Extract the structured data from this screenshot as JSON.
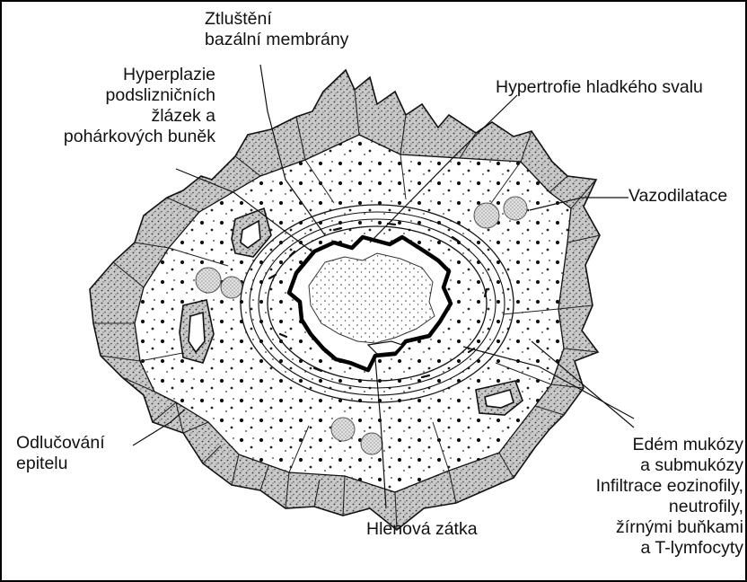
{
  "labels": {
    "basement_membrane": [
      "Ztluštění",
      "bazální membrány"
    ],
    "gland_hyperplasia": [
      "Hyperplazie",
      "podslizničních",
      "žlázek a",
      "pohárkových buněk"
    ],
    "smooth_muscle": [
      "Hypertrofie hladkého svalu"
    ],
    "vasodilation": [
      "Vazodilatace"
    ],
    "epithelium_shedding": [
      "Odlučování",
      "epitelu"
    ],
    "mucus_plug": [
      "Hlenová zátka"
    ],
    "edema": [
      "Edém mukózy",
      "a submukózy",
      "Infiltrace eozinofily,",
      "neutrofily,",
      "žírnými buňkami",
      "a T-lymfocyty"
    ]
  },
  "colors": {
    "ink": "#111111",
    "background": "#ffffff"
  }
}
